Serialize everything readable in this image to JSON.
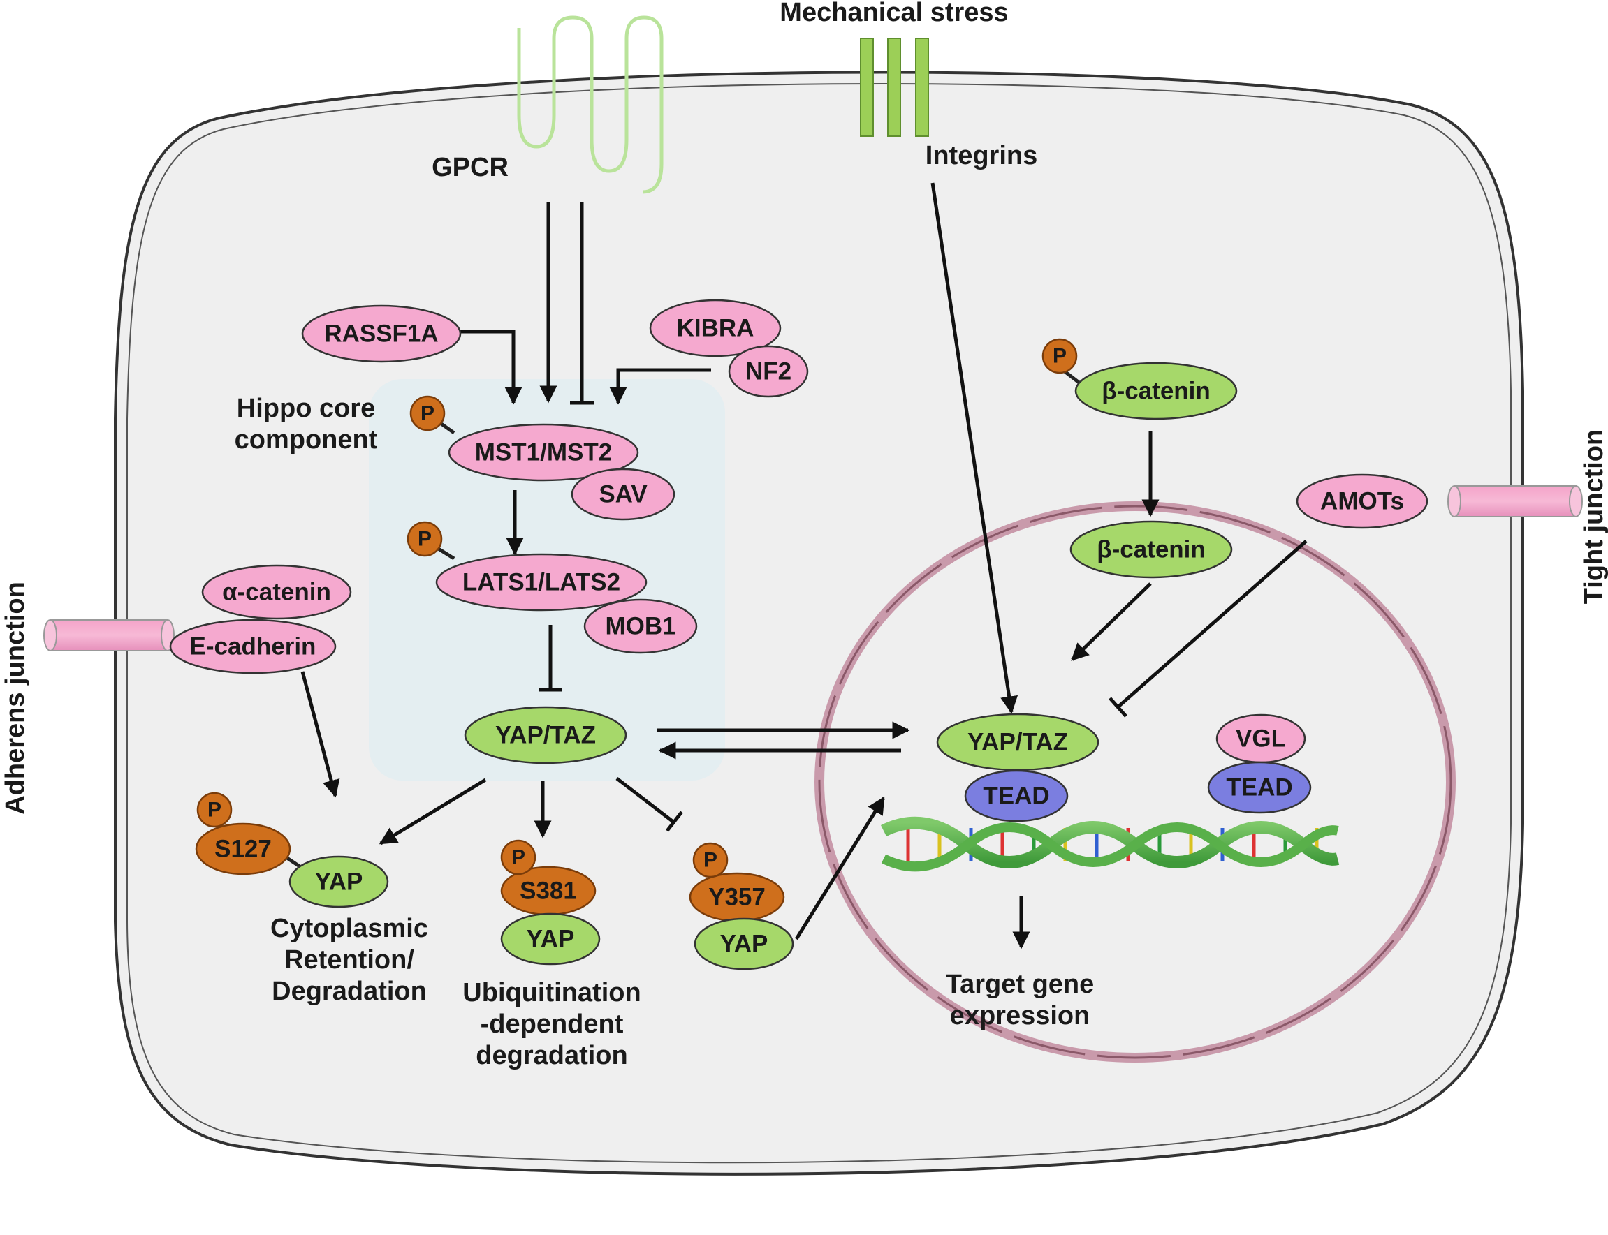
{
  "colors": {
    "cell_fill": "#efefef",
    "cell_stroke": "#333333",
    "hippo_box": "#e4eef1",
    "pink": "#f5a9cf",
    "green": "#a6d86a",
    "orange": "#cf6f1c",
    "blue": "#7b7ee0",
    "membrane_green": "#9ccf57",
    "receptor_green": "#b9e39a",
    "nucleus": "#c99aab",
    "arrow": "#111111"
  },
  "labels": {
    "mechanical_stress": "Mechanical stress",
    "gpcr": "GPCR",
    "integrins": "Integrins",
    "hippo_core_line1": "Hippo core",
    "hippo_core_line2": "component",
    "adherens_junction": "Adherens junction",
    "tight_junction": "Tight junction",
    "cyto_line1": "Cytoplasmic",
    "cyto_line2": "Retention/",
    "cyto_line3": "Degradation",
    "ubiq_line1": "Ubiquitination",
    "ubiq_line2": "-dependent",
    "ubiq_line3": "degradation",
    "target_line1": "Target gene",
    "target_line2": "expression"
  },
  "nodes": {
    "rassf1a": "RASSF1A",
    "kibra": "KIBRA",
    "nf2": "NF2",
    "mst": "MST1/MST2",
    "sav": "SAV",
    "lats": "LATS1/LATS2",
    "mob1": "MOB1",
    "yaptaz_cyto": "YAP/TAZ",
    "alpha_catenin": "α-catenin",
    "e_cadherin": "E-cadherin",
    "beta_catenin_cyto": "β-catenin",
    "beta_catenin_nuc": "β-catenin",
    "amots": "AMOTs",
    "yaptaz_nuc": "YAP/TAZ",
    "tead1": "TEAD",
    "vgl": "VGL",
    "tead2": "TEAD",
    "s127": "S127",
    "yap1": "YAP",
    "s381": "S381",
    "yap2": "YAP",
    "y357": "Y357",
    "yap3": "YAP",
    "phospho": "P"
  }
}
